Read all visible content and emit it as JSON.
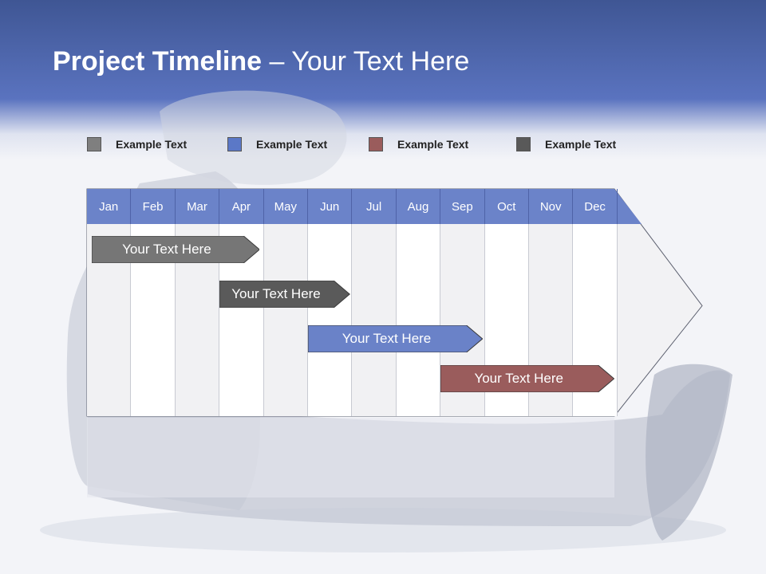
{
  "title": {
    "bold": "Project Timeline",
    "rest": " – Your Text Here"
  },
  "legend": [
    {
      "label": "Example Text",
      "color": "#7f7f7f"
    },
    {
      "label": "Example Text",
      "color": "#5b78c7"
    },
    {
      "label": "Example Text",
      "color": "#9a5c5c"
    },
    {
      "label": "Example Text",
      "color": "#595959"
    }
  ],
  "months": [
    "Jan",
    "Feb",
    "Mar",
    "Apr",
    "May",
    "Jun",
    "Jul",
    "Aug",
    "Sep",
    "Oct",
    "Nov",
    "Dec"
  ],
  "tasks": [
    {
      "label": "Your  Text Here",
      "color": "#767676",
      "start_month": 1.05,
      "end_month": 4.9
    },
    {
      "label": "Your  Text Here",
      "color": "#5a5a5a",
      "start_month": 3.95,
      "end_month": 6.95
    },
    {
      "label": "Your  Text Here",
      "color": "#6a82c8",
      "start_month": 5.95,
      "end_month": 9.95
    },
    {
      "label": "Your  Text Here",
      "color": "#9a5c5c",
      "start_month": 8.95,
      "end_month": 13.0
    }
  ],
  "colors": {
    "header_band": "#5a73bf",
    "month_header": "#6b83c9",
    "grid_odd": "#f1f1f3",
    "grid_even": "#ffffff"
  }
}
